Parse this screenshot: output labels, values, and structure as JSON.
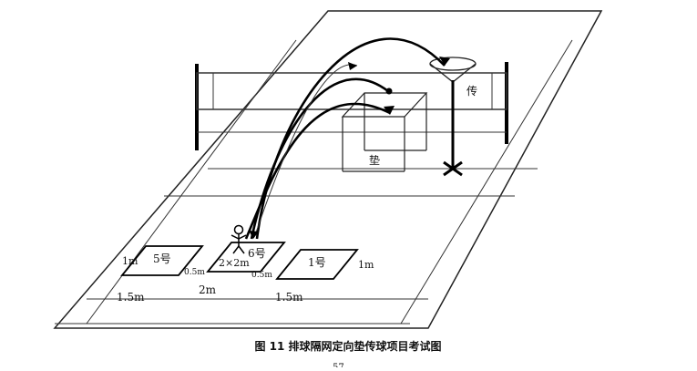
{
  "diagram": {
    "caption": "图 11  排球隔网定向垫传球项目考试图",
    "top_partial_text": "⋯⋯⋯⋯⋯⋯⋯⋯",
    "page_number_fragment": "57",
    "labels": {
      "pass_label": "传",
      "dig_label": "垫",
      "zone5": "5号",
      "zone6": "6号",
      "zone1": "1号",
      "size_2x2": "2×2m",
      "side_1m_left": "1m",
      "side_1m_right": "1m",
      "gap_05_left": "0.5m",
      "gap_05_right": "0.5m",
      "dist_15_left": "1.5m",
      "dist_2m": "2m",
      "dist_15_right": "1.5m"
    }
  }
}
